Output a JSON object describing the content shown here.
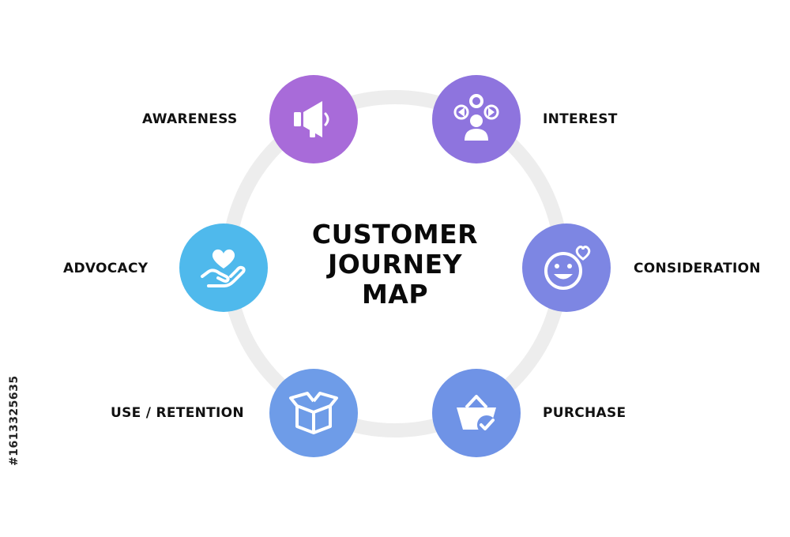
{
  "title_lines": [
    "CUSTOMER",
    "JOURNEY",
    "MAP"
  ],
  "stages": [
    {
      "key": "awareness",
      "label": "AWARENESS",
      "icon": "megaphone-icon",
      "color": "#a86bd9"
    },
    {
      "key": "interest",
      "label": "INTEREST",
      "icon": "person-ideas-icon",
      "color": "#8e74de"
    },
    {
      "key": "consideration",
      "label": "CONSIDERATION",
      "icon": "smiley-heart-icon",
      "color": "#7d86e3"
    },
    {
      "key": "purchase",
      "label": "PURCHASE",
      "icon": "basket-check-icon",
      "color": "#6f93e6"
    },
    {
      "key": "use_retention",
      "label": "USE / RETENTION",
      "icon": "open-box-icon",
      "color": "#6e9ce8"
    },
    {
      "key": "advocacy",
      "label": "ADVOCACY",
      "icon": "heart-hand-icon",
      "color": "#4fb9ec"
    }
  ],
  "ring_color": "#ededed",
  "side_id": "#1613325635"
}
